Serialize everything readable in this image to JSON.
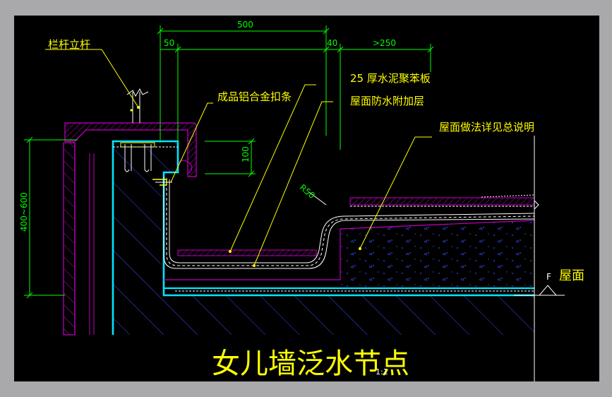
{
  "labels": {
    "railing_post": "栏杆立杆",
    "aluminum_strip": "成品铝合金扣条",
    "eps_board": "25 厚水泥聚苯板",
    "waterproof_extra": "屋面防水附加层",
    "roof_see_notes": "屋面做法详见总说明",
    "roof": "屋面",
    "roof_marker": "F",
    "radius": "R50"
  },
  "dims": {
    "d500": "500",
    "d50": "50",
    "d40": "40",
    "d250": ">250",
    "d100": "100",
    "d400_600": "400~600"
  },
  "title": {
    "main": "女儿墙泛水节点",
    "scale": "1:1"
  },
  "colors": {
    "background": "#000000",
    "frame": "#a9a9ab",
    "cyan": "#00e5ff",
    "magenta": "#c000c0",
    "green": "#00ff00",
    "yellow": "#ffff00",
    "white": "#ffffff",
    "blue_hatch": "#3b4cff"
  }
}
